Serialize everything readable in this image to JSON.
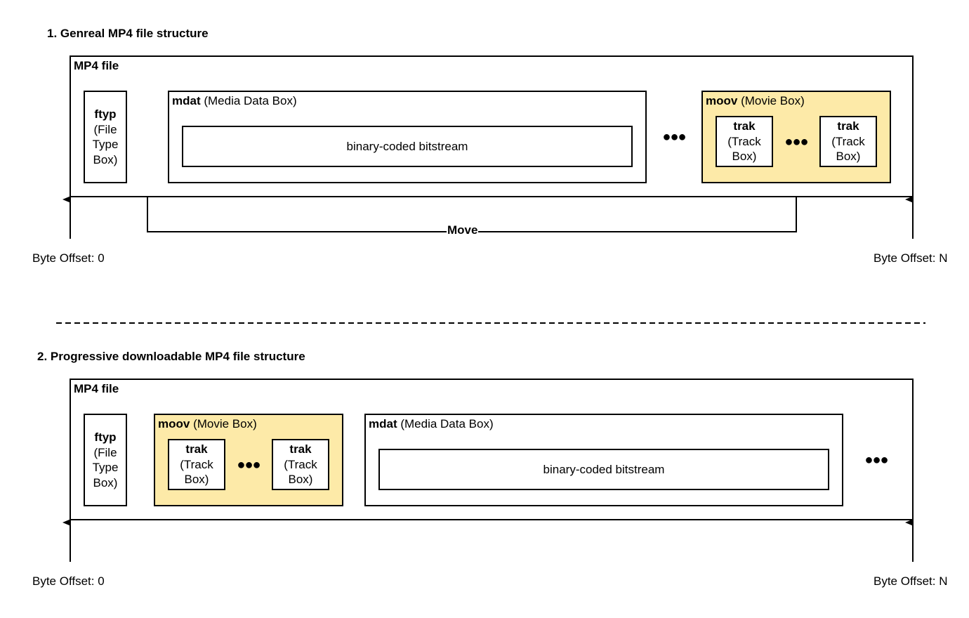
{
  "section1": {
    "title": "1. Genreal MP4 file structure",
    "container_label": "MP4 file",
    "ftyp": {
      "name": "ftyp",
      "lines": [
        "(File",
        "Type",
        "Box)"
      ]
    },
    "mdat": {
      "name": "mdat",
      "desc": " (Media Data Box)",
      "content": "binary-coded bitstream"
    },
    "moov": {
      "name": "moov",
      "desc": " (Movie Box)"
    },
    "trak": {
      "name": "trak",
      "lines": [
        "(Track",
        "Box)"
      ]
    },
    "ellipsis": "●●●",
    "move_label": "Move",
    "offset_start": "Byte Offset: 0",
    "offset_end": "Byte Offset: N"
  },
  "section2": {
    "title": "2. Progressive downloadable MP4 file structure",
    "container_label": "MP4 file",
    "ftyp": {
      "name": "ftyp",
      "lines": [
        "(File",
        "Type",
        "Box)"
      ]
    },
    "moov": {
      "name": "moov",
      "desc": " (Movie Box)"
    },
    "mdat": {
      "name": "mdat",
      "desc": " (Media Data Box)",
      "content": "binary-coded bitstream"
    },
    "trak": {
      "name": "trak",
      "lines": [
        "(Track",
        "Box)"
      ]
    },
    "ellipsis": "●●●",
    "offset_start": "Byte Offset: 0",
    "offset_end": "Byte Offset: N"
  },
  "colors": {
    "moov_fill": "#fdeaa8",
    "stroke": "#000000"
  }
}
